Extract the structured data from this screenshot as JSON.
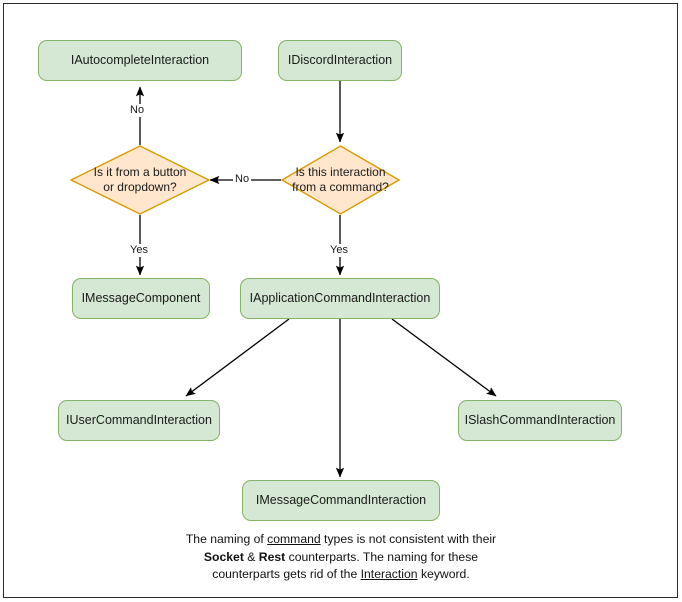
{
  "diagram": {
    "title": "Discord interaction type hierarchy flowchart",
    "colors": {
      "process_fill": "#d5e8d4",
      "process_stroke": "#82b366",
      "decision_fill": "#ffe6cc",
      "decision_stroke": "#d79b00",
      "edge_stroke": "#000000",
      "page_border": "#2b2b2b",
      "background": "#ffffff"
    },
    "nodes": [
      {
        "id": "autocomplete",
        "type": "process",
        "label": "IAutocompleteInteraction"
      },
      {
        "id": "discord",
        "type": "process",
        "label": "IDiscordInteraction"
      },
      {
        "id": "decision_button",
        "type": "decision",
        "label": "Is it from a button or dropdown?"
      },
      {
        "id": "decision_command",
        "type": "decision",
        "label": "Is this interaction from a command?"
      },
      {
        "id": "message_component",
        "type": "process",
        "label": "IMessageComponent"
      },
      {
        "id": "application_command",
        "type": "process",
        "label": "IApplicationCommandInteraction"
      },
      {
        "id": "user_command",
        "type": "process",
        "label": "IUserCommandInteraction"
      },
      {
        "id": "slash_command",
        "type": "process",
        "label": "ISlashCommandInteraction"
      },
      {
        "id": "message_command",
        "type": "process",
        "label": "IMessageCommandInteraction"
      }
    ],
    "edge_labels": {
      "autocomplete_no": "No",
      "command_no": "No",
      "button_yes": "Yes",
      "command_yes": "Yes"
    },
    "footnote": {
      "line1_a": "The naming of ",
      "line1_u": "command",
      "line1_b": " types is not consistent with their",
      "line2_a": "",
      "line2_b1": "Socket",
      "line2_amp": " & ",
      "line2_b2": "Rest",
      "line2_c": " counterparts. The naming for these",
      "line3_a": "counterparts gets rid of the ",
      "line3_u": "Interaction",
      "line3_b": " keyword."
    }
  }
}
